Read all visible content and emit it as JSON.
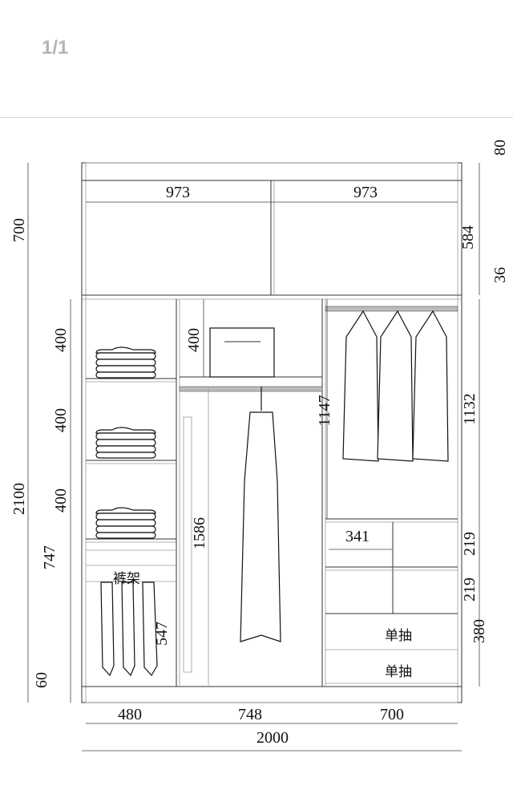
{
  "header": {
    "page_indicator": "1/1"
  },
  "diagram": {
    "top_section": {
      "height_total": "700",
      "top_trim": "80",
      "door_width_left": "973",
      "door_width_right": "973",
      "inner_height": "584",
      "panel": "36"
    },
    "left_column": {
      "shelf_1": "400",
      "shelf_2": "400",
      "shelf_3": "400",
      "pants_area": "747",
      "pants_rack_label": "裤架",
      "pants_length": "547",
      "plinth": "60",
      "width": "480"
    },
    "middle_column": {
      "top_shelf": "400",
      "hanging_height": "1586",
      "width": "748"
    },
    "right_column": {
      "hanging_height": "1147",
      "hanging_height_right": "1132",
      "cell_width": "341",
      "cell_1": "219",
      "cell_2": "219",
      "drawers_height": "380",
      "drawer_1": "单抽",
      "drawer_2": "单抽",
      "width": "700"
    },
    "total_height": "2100",
    "total_width": "2000"
  }
}
